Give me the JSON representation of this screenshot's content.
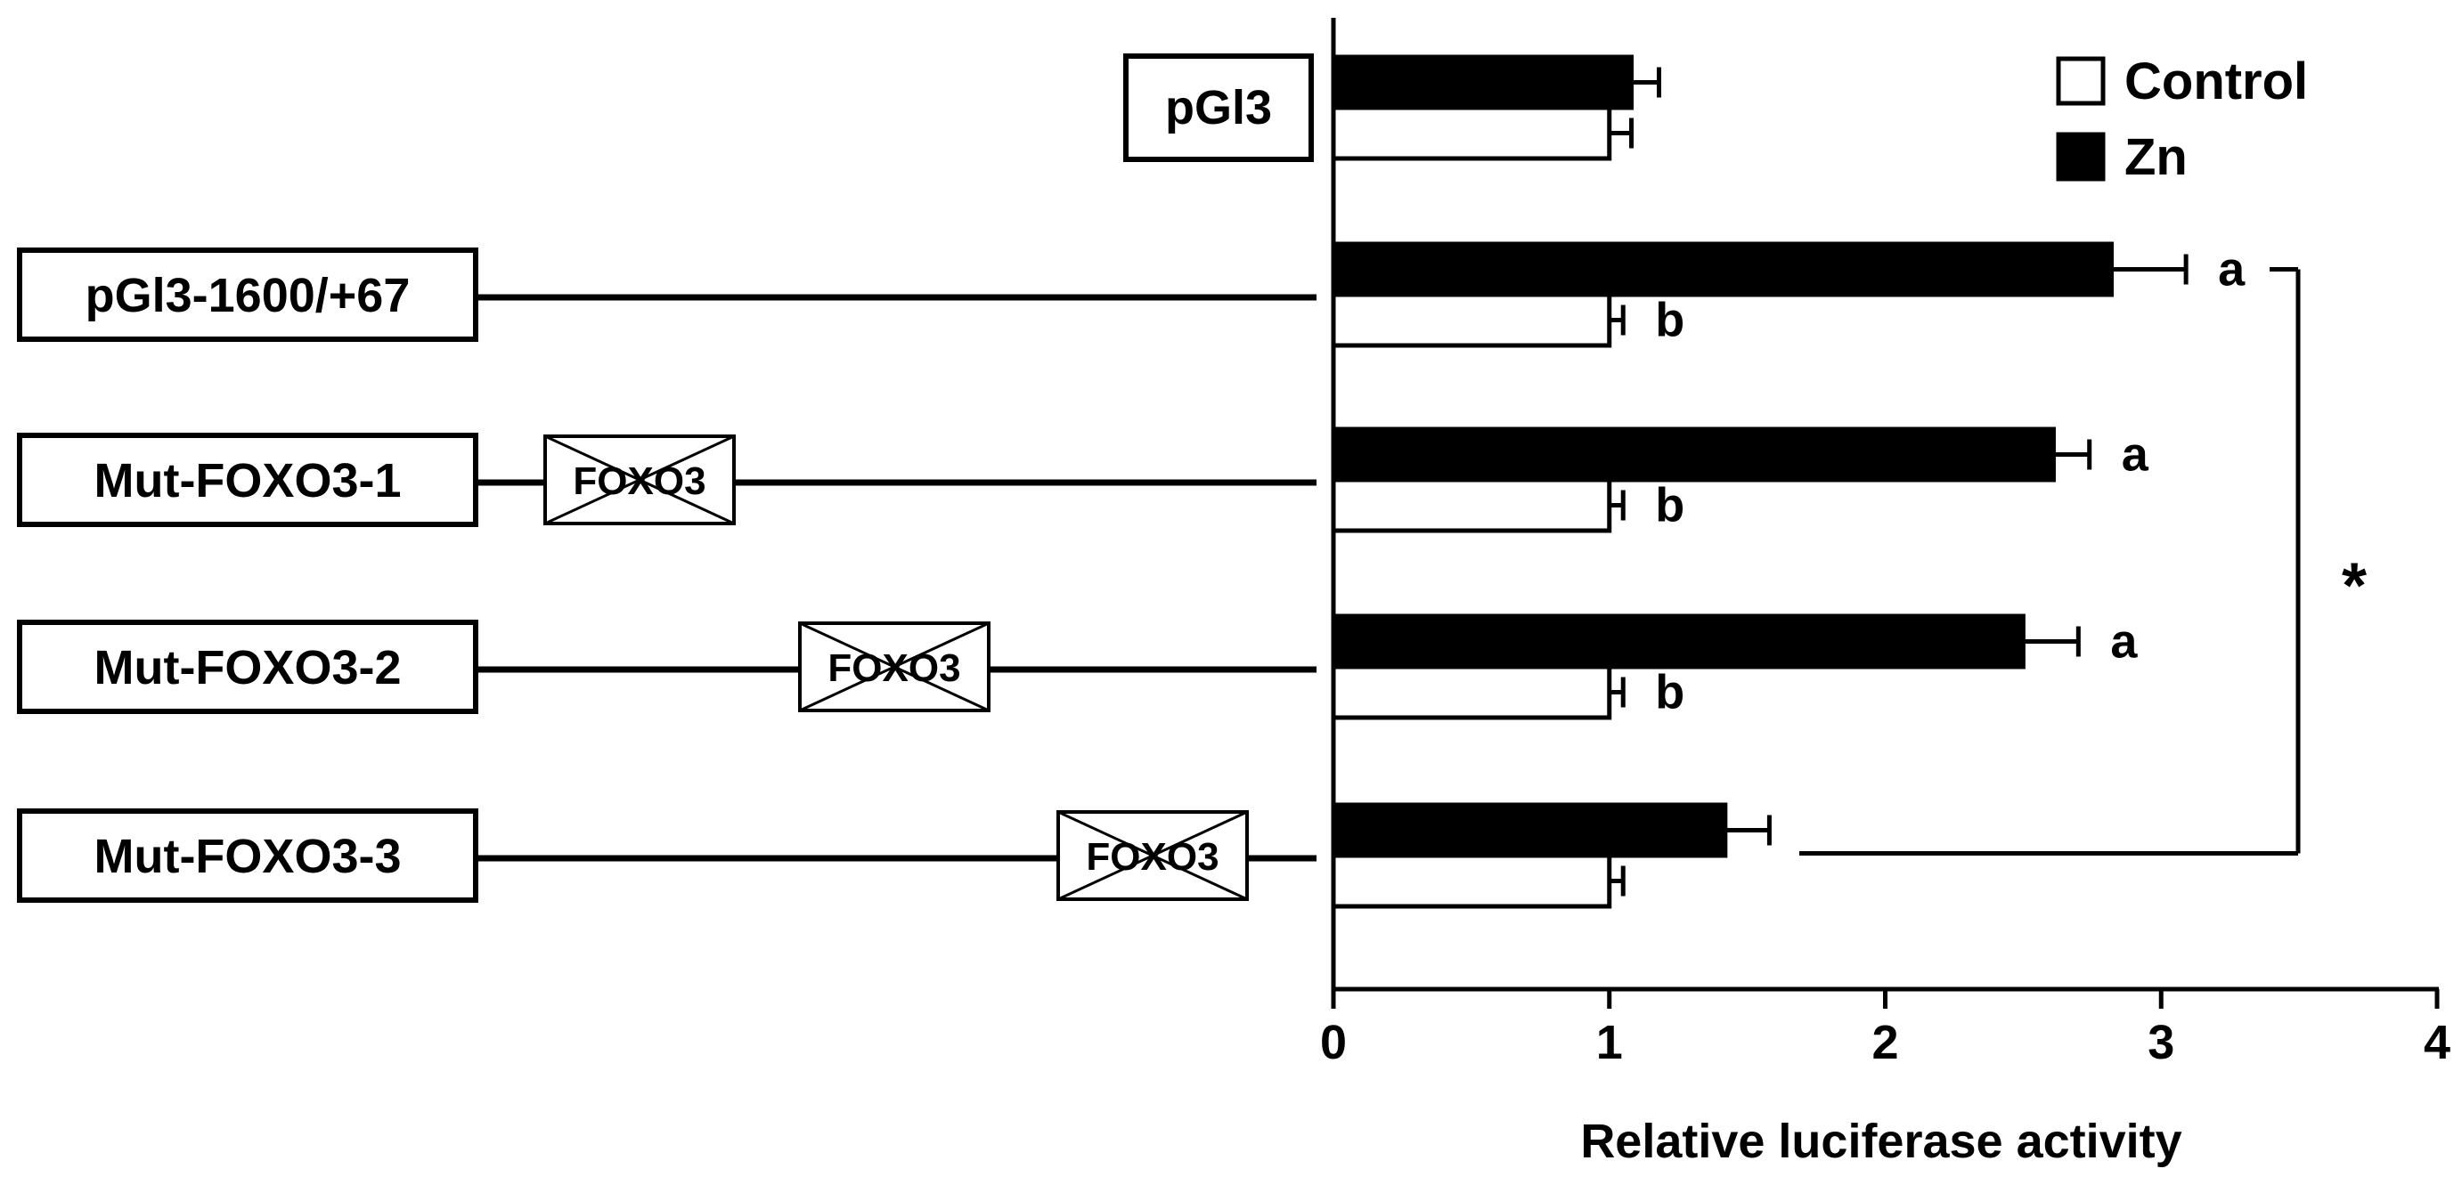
{
  "chart_data": {
    "type": "bar",
    "orientation": "horizontal",
    "title": "",
    "xlabel": "Relative luciferase activity",
    "ylabel": "",
    "xlim": [
      0,
      4
    ],
    "xticks": [
      0,
      1,
      2,
      3,
      4
    ],
    "xtick_labels": [
      "0",
      "1",
      "2",
      "3",
      "4"
    ],
    "grid": false,
    "legend_position": "top-right",
    "categories": [
      "pGl3",
      "pGl3-1600/+67",
      "Mut-FOXO3-1",
      "Mut-FOXO3-2",
      "Mut-FOXO3-3"
    ],
    "series": [
      {
        "name": "Zn",
        "fill": "#000000",
        "values": [
          1.08,
          2.82,
          2.61,
          2.5,
          1.42
        ],
        "errors": [
          0.1,
          0.27,
          0.13,
          0.2,
          0.16
        ],
        "labels": [
          "",
          "a",
          "a",
          "a",
          ""
        ]
      },
      {
        "name": "Control",
        "fill": "#ffffff",
        "values": [
          1.0,
          1.0,
          1.0,
          1.0,
          1.0
        ],
        "errors": [
          0.08,
          0.05,
          0.05,
          0.05,
          0.05
        ],
        "labels": [
          "",
          "b",
          "b",
          "b",
          ""
        ]
      }
    ],
    "significance": {
      "label": "*",
      "from_category": "pGl3-1600/+67",
      "to_category": "Mut-FOXO3-3",
      "x_value": 3.5
    },
    "constructs": [
      {
        "label": "pGl3",
        "line": false,
        "mutated_site": ""
      },
      {
        "label": "pGl3-1600/+67",
        "line": true,
        "mutated_site": ""
      },
      {
        "label": "Mut-FOXO3-1",
        "line": true,
        "mutated_site": "FOXO3"
      },
      {
        "label": "Mut-FOXO3-2",
        "line": true,
        "mutated_site": "FOXO3"
      },
      {
        "label": "Mut-FOXO3-3",
        "line": true,
        "mutated_site": "FOXO3"
      }
    ]
  }
}
